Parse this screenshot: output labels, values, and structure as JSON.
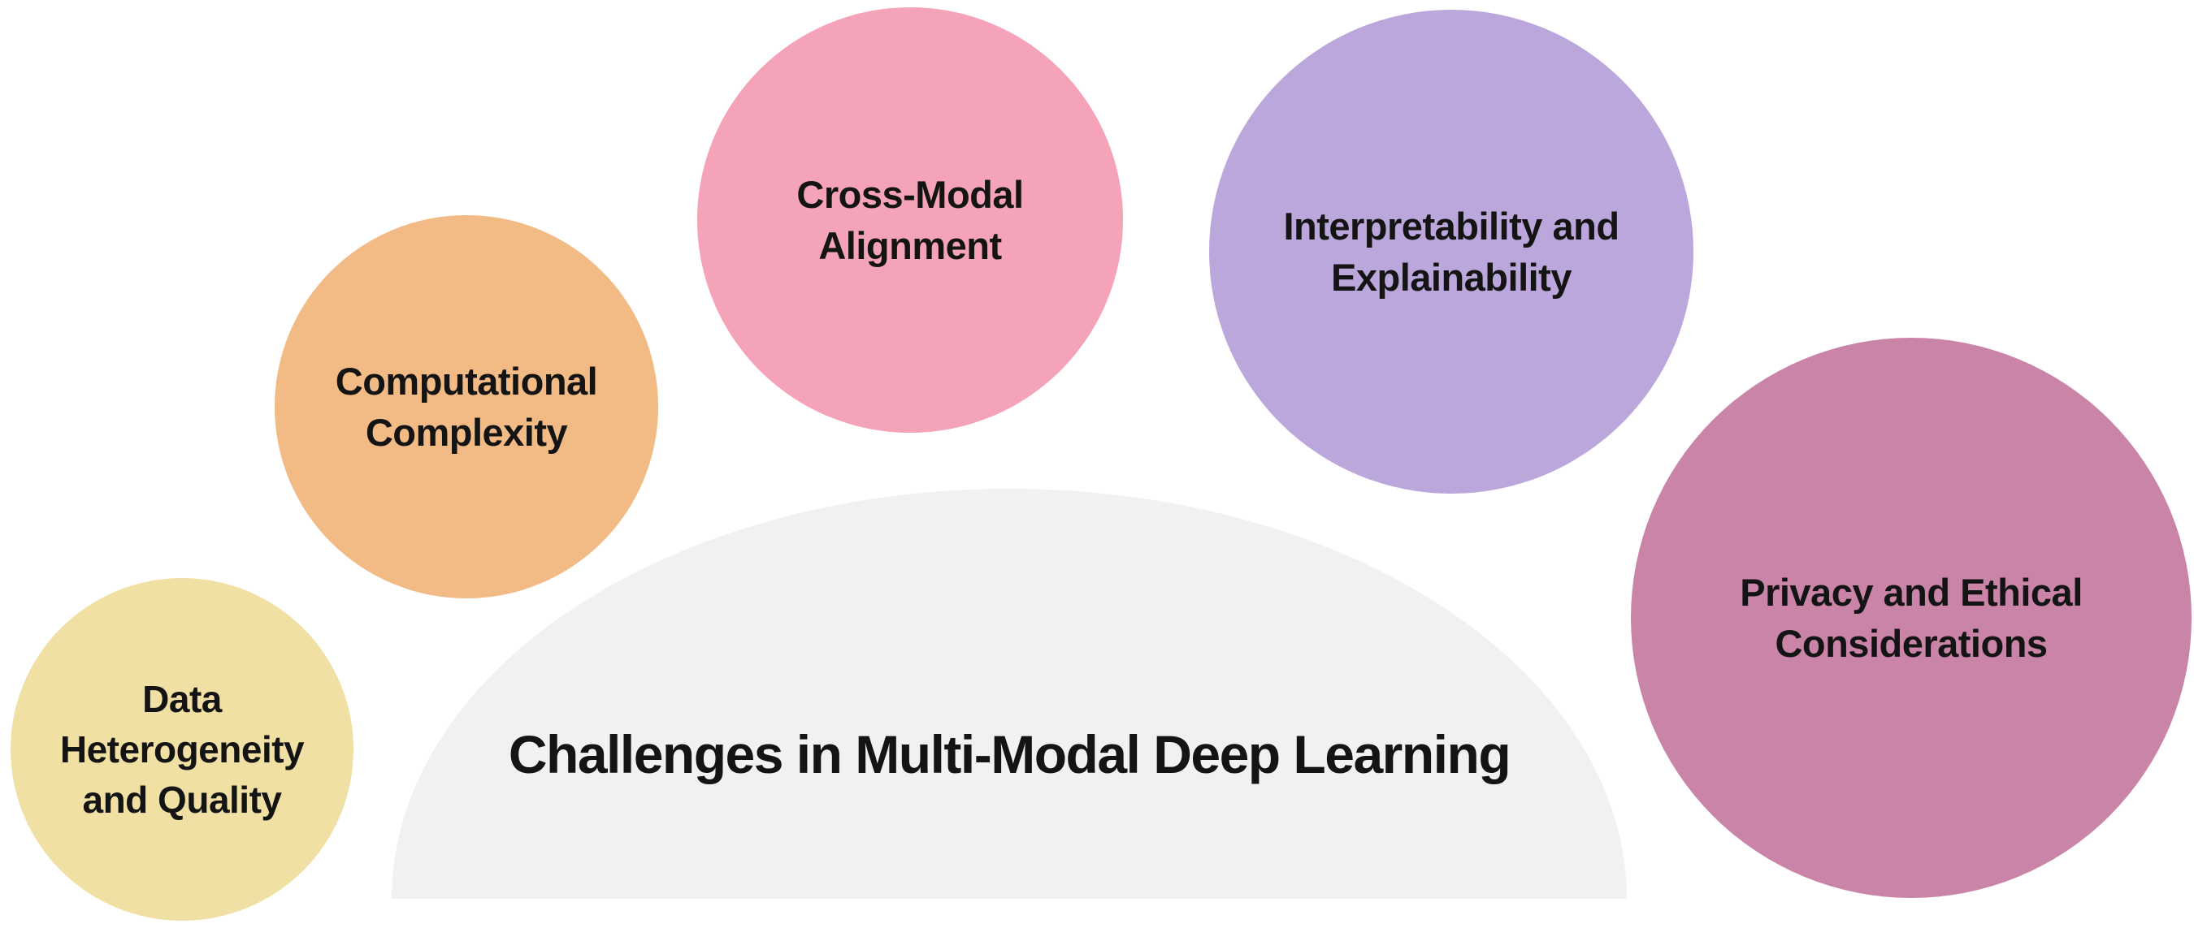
{
  "canvas": {
    "background": "#FFFFFF",
    "text_color": "#141414"
  },
  "title": {
    "text": "Challenges in Multi-Modal Deep Learning"
  },
  "dome": {
    "color": "#F1F1F1"
  },
  "bubbles": [
    {
      "name": "data-heterogeneity-and-quality",
      "label": "Data\nHeterogeneity\nand Quality",
      "color": "#F0E0A4"
    },
    {
      "name": "computational-complexity",
      "label": "Computational\nComplexity",
      "color": "#F2BB85"
    },
    {
      "name": "cross-modal-alignment",
      "label": "Cross-Modal\nAlignment",
      "color": "#F5A3B8"
    },
    {
      "name": "interpretability-and-explainability",
      "label": "Interpretability and\nExplainability",
      "color": "#BBA7DC"
    },
    {
      "name": "privacy-and-ethical-considerations",
      "label": "Privacy and Ethical\nConsiderations",
      "color": "#CA84A7"
    }
  ]
}
